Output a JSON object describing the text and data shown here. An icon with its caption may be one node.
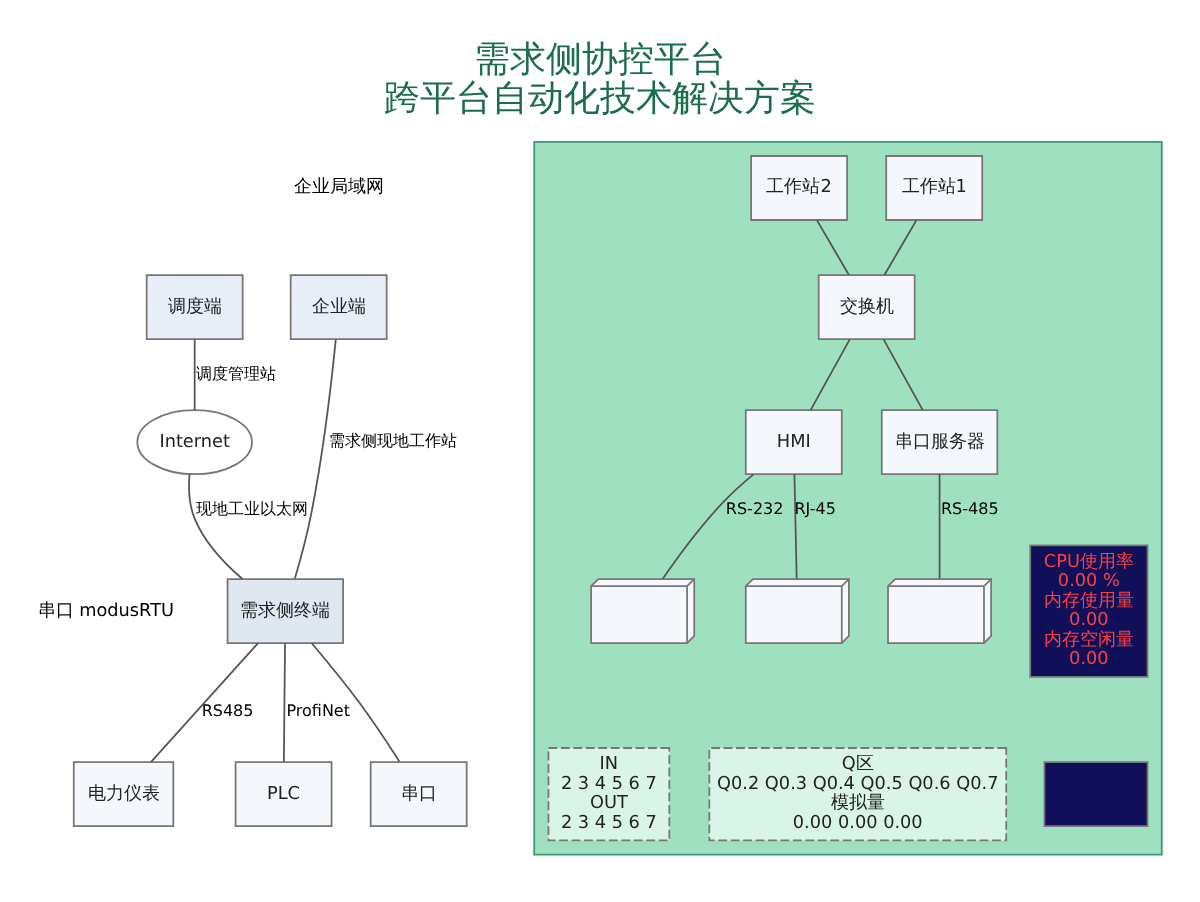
{
  "diagram": {
    "title": "需求侧协控平台",
    "caption": "跨平台自动化技术解决方案",
    "nodes": [
      {
        "text": [
          "企业端"
        ]
      },
      {
        "text": [
          "调度端"
        ]
      },
      {
        "text": [
          "Internet"
        ]
      },
      {
        "text": [
          "需求侧终端"
        ]
      },
      {
        "text": [
          "电力仪表"
        ]
      },
      {
        "text": [
          "PLC"
        ]
      },
      {
        "text": [
          "串口"
        ]
      },
      {
        "text": [],
        "shape": "box"
      },
      {
        "text": [
          "工作站1"
        ],
        "in": 7
      },
      {
        "text": [
          "工作站2"
        ],
        "in": 7
      },
      {
        "text": [
          "交换机"
        ],
        "in": 7
      },
      {
        "text": [
          "HMI"
        ],
        "in": 7
      },
      {
        "text": [
          "串口服务器"
        ],
        "in": 7
      },
      {
        "text": [],
        "shape": "picture",
        "in": 7
      },
      {
        "text": [],
        "shape": "picture",
        "in": 7
      },
      {
        "text": [],
        "shape": "picture",
        "in": 7
      },
      {
        "text": [
          "CPU使用率",
          "0.00 %",
          "内存使用量",
          "0.00",
          "内存空闲量",
          "0.00"
        ],
        "in": 7
      },
      {
        "text": [],
        "shape": "box",
        "in": 7
      },
      {
        "text": [
          "IN",
          "2 3 4 5 6 7",
          "OUT",
          "2 3 4 5 6 7"
        ],
        "in": 7
      },
      {
        "text": [
          "Q区",
          "Q0.2 Q0.3 Q0.4 Q0.5 Q0.6 Q0.7",
          "模拟量",
          "0.00 0.00 0.00"
        ],
        "in": 7
      }
    ],
    "edges": [
      {
        "from": 0,
        "to": 3,
        "arrow": "none",
        "label": "需求侧现地工作站"
      },
      {
        "from": 1,
        "to": 2,
        "arrow": "none",
        "label": "调度管理站"
      },
      {
        "from": 2,
        "to": 3,
        "arrow": "none",
        "label": "现地工业以太网"
      },
      {
        "from": 3,
        "to": 4,
        "arrow": "none",
        "label": "RS485"
      },
      {
        "from": 3,
        "to": 5,
        "arrow": "none",
        "label": "ProfiNet"
      },
      {
        "from": 3,
        "to": 6,
        "arrow": "none"
      },
      {
        "from": 8,
        "to": 10,
        "arrow": "none"
      },
      {
        "from": 9,
        "to": 10,
        "arrow": "none"
      },
      {
        "from": 10,
        "to": 11,
        "arrow": "none"
      },
      {
        "from": 10,
        "to": 12,
        "arrow": "none"
      },
      {
        "from": 11,
        "to": 13,
        "arrow": "none",
        "label": "RS-232"
      },
      {
        "from": 11,
        "to": 14,
        "arrow": "none",
        "label": "RJ-45"
      },
      {
        "from": 12,
        "to": 15,
        "arrow": "none",
        "label": "RS-485"
      }
    ],
    "labels": [
      "企业局域网",
      "串口 modusRTU"
    ]
  }
}
